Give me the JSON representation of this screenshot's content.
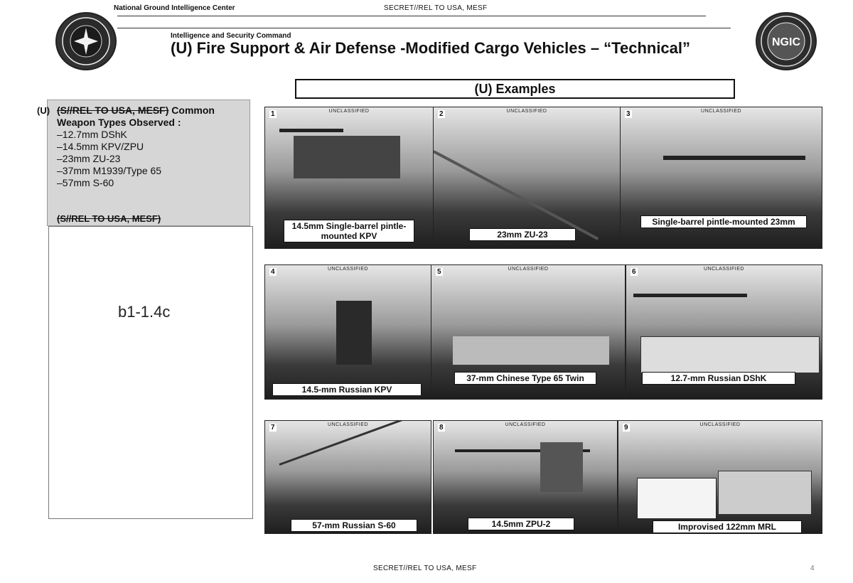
{
  "header": {
    "org": "National Ground Intelligence Center",
    "classification_top": "SECRET//REL TO USA, MESF",
    "subheader": "Intelligence and Security Command",
    "title": "(U) Fire Support & Air Defense -Modified Cargo Vehicles – “Technical”",
    "right_logo_text": "NGIC"
  },
  "examples_label": "(U) Examples",
  "weapon_box": {
    "u_prefix": "(U)",
    "title_strike": "(S//REL TO USA, MESF)",
    "title_rest": " Common Weapon Types Observed :",
    "items": [
      "–12.7mm DShK",
      "–14.5mm KPV/ZPU",
      "–23mm ZU-23",
      "–37mm M1939/Type 65",
      "–57mm S-60"
    ],
    "footer": "(S//REL TO USA, MESF)"
  },
  "redaction": "b1-1.4c",
  "photos": [
    {
      "num": "1",
      "uncl": "UNCLASSIFIED",
      "caption": "14.5mm Single-barrel pintle-mounted KPV"
    },
    {
      "num": "2",
      "uncl": "UNCLASSIFIED",
      "caption": "23mm ZU-23"
    },
    {
      "num": "3",
      "uncl": "UNCLASSIFIED",
      "caption": "Single-barrel pintle-mounted 23mm"
    },
    {
      "num": "4",
      "uncl": "UNCLASSIFIED",
      "caption": "14.5-mm Russian KPV"
    },
    {
      "num": "5",
      "uncl": "UNCLASSIFIED",
      "caption": "37-mm Chinese Type 65 Twin"
    },
    {
      "num": "6",
      "uncl": "UNCLASSIFIED",
      "caption": "12.7-mm Russian DShK"
    },
    {
      "num": "7",
      "uncl": "UNCLASSIFIED",
      "caption": "57-mm Russian S-60"
    },
    {
      "num": "8",
      "uncl": "UNCLASSIFIED",
      "caption": "14.5mm ZPU-2"
    },
    {
      "num": "9",
      "uncl": "UNCLASSIFIED",
      "caption": "Improvised 122mm MRL"
    }
  ],
  "footer": {
    "classification_bottom": "SECRET//REL TO USA, MESF",
    "page_number": "4"
  }
}
